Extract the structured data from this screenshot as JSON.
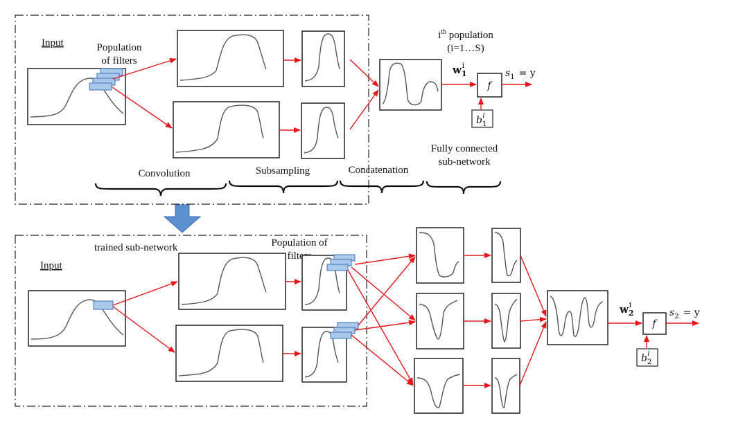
{
  "top": {
    "input_label": "Input",
    "filters_label_line1": "Population",
    "filters_label_line2": "of filters",
    "population_title_pre": "i",
    "population_title_sup": "th",
    "population_title_post": " population",
    "population_range": "(i=1…S)",
    "weight_base": "w",
    "weight_sub": "1",
    "weight_sup": "i",
    "bias_base": "b",
    "bias_sub": "1",
    "bias_sup": "i",
    "activation": "f",
    "output_base": "s",
    "output_sub": "1",
    "output_eq": "= y",
    "fc_line1": "Fully connected",
    "fc_line2": "sub-network",
    "stage_convolution": "Convolution",
    "stage_subsampling": "Subsampling",
    "stage_concatenation": "Concatenation"
  },
  "bottom": {
    "trained_label": "trained sub-network",
    "input_label": "Input",
    "filters_label_line1": "Population of",
    "filters_label_line2": "filters",
    "weight_base": "w",
    "weight_sub": "2",
    "weight_sup": "i",
    "bias_base": "b",
    "bias_sub": "2",
    "bias_sup": "i",
    "activation": "f",
    "output_base": "s",
    "output_sub": "2",
    "output_eq": "= y"
  },
  "colors": {
    "arrow": "#e8161b",
    "filter_fill": "#a9c8ea",
    "filter_stroke": "#3d6fb5",
    "transition_arrow": "#5b8fd0",
    "frame": "#222222",
    "curve": "#555555"
  }
}
